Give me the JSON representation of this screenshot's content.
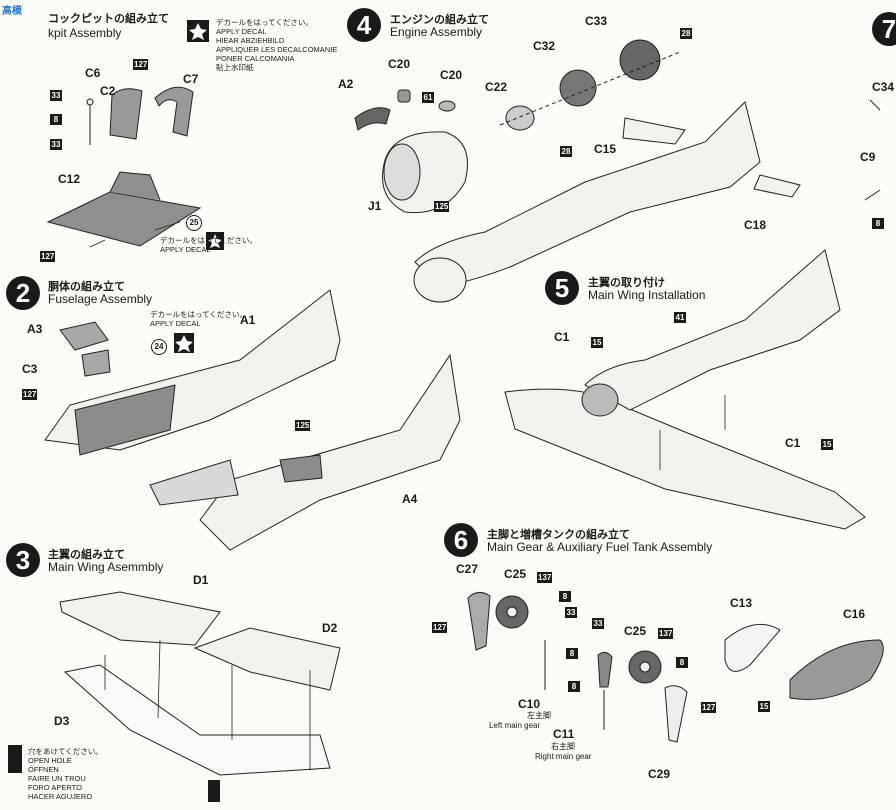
{
  "watermark": "高模",
  "steps": {
    "s1": {
      "num": "",
      "jp": "コックピットの組み立て",
      "en": "Cockpit Assembly",
      "en_visible": "kpit Assembly"
    },
    "s2": {
      "num": "2",
      "jp": "胴体の組み立て",
      "en": "Fuselage Assembly"
    },
    "s3": {
      "num": "3",
      "jp": "主翼の組み立て",
      "en": "Main Wing Asemmbly"
    },
    "s4": {
      "num": "4",
      "jp": "エンジンの組み立て",
      "en": "Engine Assembly"
    },
    "s5": {
      "num": "5",
      "jp": "主翼の取り付け",
      "en": "Main Wing Installation"
    },
    "s6": {
      "num": "6",
      "jp": "主脚と増槽タンクの組み立て",
      "en": "Main Gear & Auxiliary Fuel Tank Assembly"
    },
    "s7": {
      "num": "7"
    }
  },
  "decal_legend": "デカールをはってください。\nAPPLY DECAL\nHIEAR ABZIEHBILD\nAPPLIQUER LES DECALCOMANIE\nPONER CALCOMANIA\n貼上水印紙",
  "decal_short": "デカールをはってください。\nAPPLY DECAL",
  "hole_legend": "穴をあけてください。\nOPEN HOLE\nÖFFNEN\nFAIRE UN TROU\nFORO APERTO\nHACER AGUJERO",
  "gear_notes": {
    "left_jp": "左主脚",
    "left_en": "Left main gear",
    "right_jp": "右主脚",
    "right_en": "Right main gear"
  },
  "parts": {
    "C6": "C6",
    "C2": "C2",
    "C7": "C7",
    "C12": "C12",
    "A3": "A3",
    "C3": "C3",
    "A1": "A1",
    "A4": "A4",
    "D1": "D1",
    "D2": "D2",
    "D3": "D3",
    "A2": "A2",
    "C20a": "C20",
    "C20b": "C20",
    "J1": "J1",
    "C22": "C22",
    "C32": "C32",
    "C33": "C33",
    "C15": "C15",
    "C18": "C18",
    "C1a": "C1",
    "C1b": "C1",
    "C27": "C27",
    "C25a": "C25",
    "C10": "C10",
    "C25b": "C25",
    "C11": "C11",
    "C29": "C29",
    "C13": "C13",
    "C16": "C16",
    "C34": "C34",
    "C9": "C9"
  },
  "paint_codes": [
    "127",
    "33",
    "8",
    "33",
    "127",
    "127",
    "125",
    "61",
    "125",
    "28",
    "28",
    "41",
    "15",
    "15",
    "137",
    "8",
    "33",
    "127",
    "8",
    "33",
    "137",
    "8",
    "8",
    "127",
    "15",
    "8"
  ],
  "decal_numbers": [
    "25",
    "24"
  ]
}
